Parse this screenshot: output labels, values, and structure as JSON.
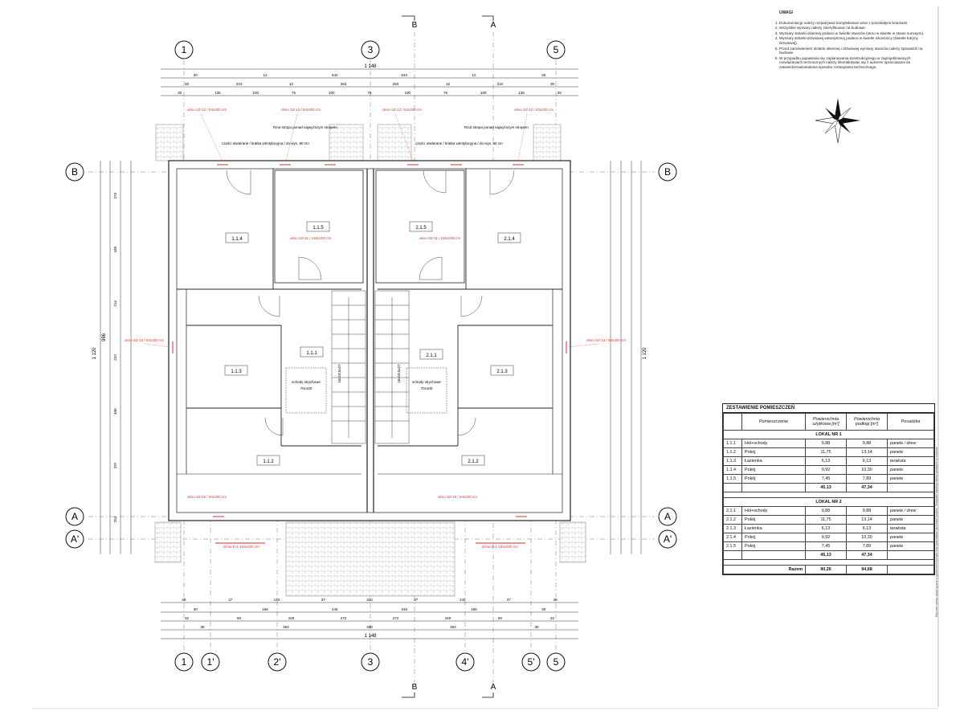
{
  "axes": {
    "top_numbers": [
      "1",
      "3",
      "5"
    ],
    "bottom_numbers": [
      "1",
      "1'",
      "2'",
      "3",
      "4'",
      "5'",
      "5"
    ],
    "letters_left": [
      "B",
      "A",
      "A'"
    ],
    "letters_right": [
      "B",
      "A",
      "A'"
    ],
    "section_top": [
      "B",
      "A"
    ],
    "section_bottom": [
      "B",
      "A"
    ]
  },
  "dimensions": {
    "top_total": "1 148",
    "top_row1": [
      "20",
      "12",
      "542",
      "542",
      "12",
      "20"
    ],
    "top_row2": [
      "30",
      "244",
      "12",
      "263",
      "263",
      "12",
      "244",
      "30"
    ],
    "top_row3": [
      "30",
      "136",
      "100",
      "76",
      "100",
      "76",
      "100",
      "76",
      "100",
      "136",
      "30"
    ],
    "bottom_total": "1 148",
    "bottom_row1": [
      "30",
      "254",
      "460",
      "254",
      "30"
    ],
    "bottom_row2": [
      "32",
      "60",
      "160",
      "272",
      "272",
      "160",
      "60",
      "32"
    ],
    "bottom_row3": [
      "30",
      "166",
      "248",
      "248",
      "166",
      "30"
    ],
    "bottom_row4": [
      "49",
      "37",
      "140",
      "37",
      "320",
      "37",
      "140",
      "37",
      "49"
    ],
    "left_total": "1 120",
    "right_total": "1 120",
    "left_overall": "986",
    "left_parts": [
      "273",
      "438",
      "214",
      "223",
      "408",
      "297",
      "253"
    ]
  },
  "rooms": [
    {
      "id": "1.1.1"
    },
    {
      "id": "1.1.2"
    },
    {
      "id": "1.1.3"
    },
    {
      "id": "1.1.4"
    },
    {
      "id": "1.1.5"
    },
    {
      "id": "2.1.1"
    },
    {
      "id": "2.1.2"
    },
    {
      "id": "2.1.3"
    },
    {
      "id": "2.1.4"
    },
    {
      "id": "2.1.5"
    }
  ],
  "stairs": {
    "left": "16x18,5x27",
    "right": "16x18,5x27"
  },
  "shaft_label": {
    "title": "schody strychowe",
    "size": "70x100"
  },
  "red_labels": {
    "window_top": "okno SZ-12 / 84x200 cm",
    "balcony_window": "okno SZ-11 / 156x200 cm",
    "side_window": "okno SZ-10 / 84x200 cm",
    "side_window2": "okno SZ-13 / 84x200 cm",
    "door_red": "drzwi D-1 184x200 cm"
  },
  "callouts": {
    "ridge_note": "Rzut stropu ponad najwyższym stropem",
    "chimney_note": "części otwierane / kratka wentylacyjna / do wys. 90 cm"
  },
  "notes": {
    "title": "UWAGI",
    "items": [
      "Dokumentację należy rozpatrywać kompleksowo wraz z pozostałymi branżami.",
      "Wszystkie wymiary należy zweryfikować na budowie.",
      "Wymiary stolarki okiennej podano w świetle otworów (okno w świetle w stanie surowym).",
      "Wymiary stolarki drzwiowej wewnętrznej podano w świetle ościeżnicy (świetle futryny drzwiowej).",
      "Przed zamówieniem stolarki okiennej i drzwiowej wymiary otworów należy sprawdzić na budowie.",
      "W przypadku pojawienia się zaplanowania konstrukcyjnego w zaprojektowanych rozwiązaniach technicznych należy skontaktować się z autorem opracowania do zatwierdzenia/ustalenia sposobu rozwiązania technicznego."
    ]
  },
  "summary": {
    "title": "ZESTAWIENIE POMIESZCZEŃ",
    "headers": [
      "",
      "Pomieszczenie",
      "Powierzchnia użytkowa [m²]",
      "Powierzchnia podłogi [m²]",
      "Posadzka"
    ],
    "sections": [
      {
        "name": "LOKAL NR 1",
        "rows": [
          [
            "1.1.1",
            "Hol+schody",
            "9,88",
            "9,88",
            "panele / drew"
          ],
          [
            "1.1.2",
            "Pokój",
            "11,75",
            "13,14",
            "panele"
          ],
          [
            "1.1.3",
            "Łazienka",
            "6,13",
            "6,13",
            "terakota"
          ],
          [
            "1.1.4",
            "Pokój",
            "9,92",
            "10,30",
            "panele"
          ],
          [
            "1.1.5",
            "Pokój",
            "7,45",
            "7,89",
            "panele"
          ]
        ],
        "total": [
          "45,13",
          "47,34"
        ]
      },
      {
        "name": "LOKAL NR 2",
        "rows": [
          [
            "2.1.1",
            "Hol+schody",
            "9,88",
            "9,88",
            "panele / drew"
          ],
          [
            "2.1.2",
            "Pokój",
            "11,75",
            "13,14",
            "panele"
          ],
          [
            "2.1.3",
            "Łazienka",
            "6,13",
            "6,13",
            "terakota"
          ],
          [
            "2.1.4",
            "Pokój",
            "9,92",
            "10,30",
            "panele"
          ],
          [
            "2.1.5",
            "Pokój",
            "7,45",
            "7,89",
            "panele"
          ]
        ],
        "total": [
          "45,13",
          "47,34"
        ]
      }
    ],
    "grand_label": "Razem",
    "grand_total": [
      "90,26",
      "94,68"
    ]
  },
  "sidenote": "Rysunek należy czytać łącznie z opisem technicznym oraz pozostałymi rysunkami projektu. Wszystkie wymiary należy sprawdzić na budowie."
}
